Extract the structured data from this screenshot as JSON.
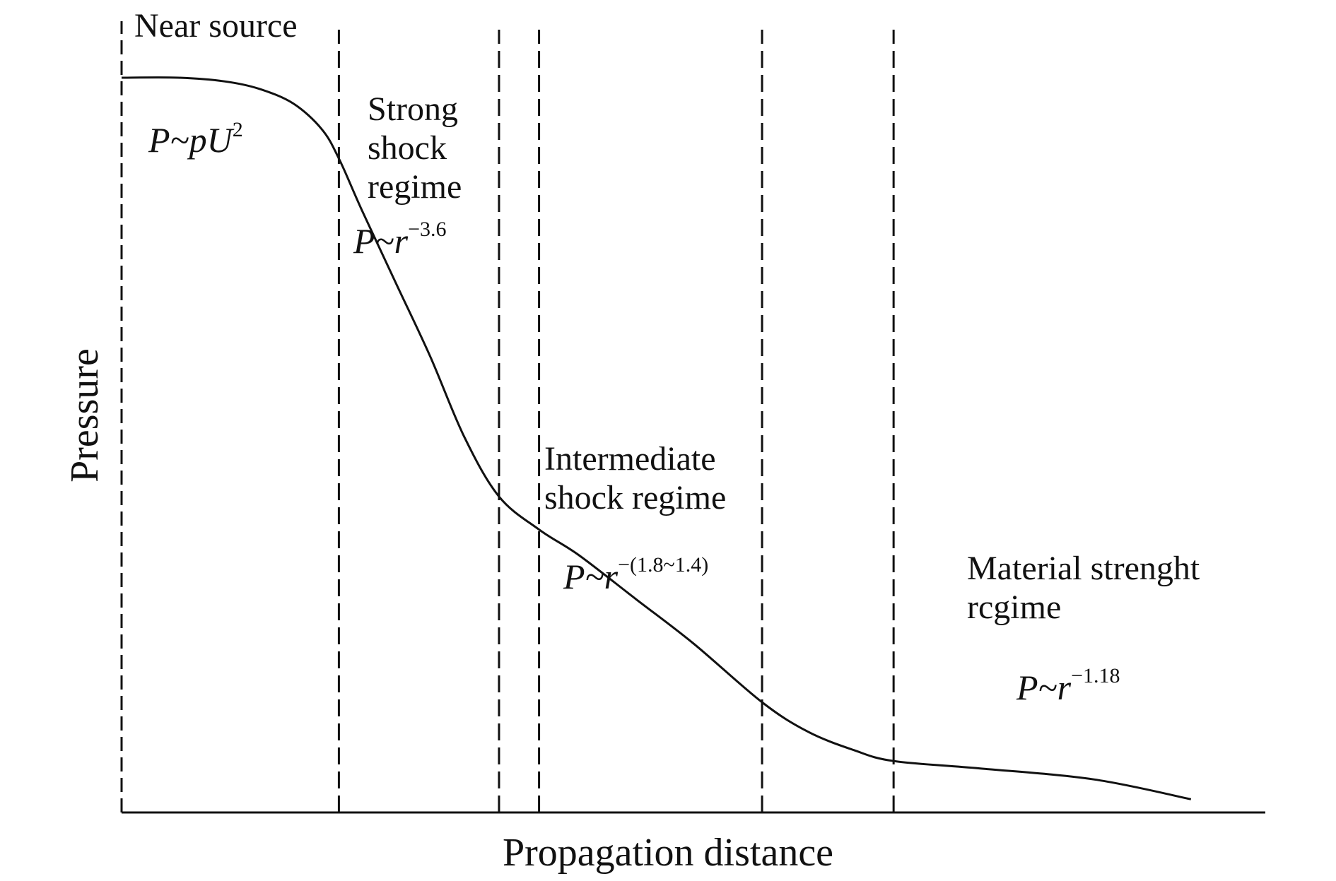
{
  "chart_data": {
    "type": "line",
    "title": "",
    "xlabel": "Propagation distance",
    "ylabel": "Pressure",
    "x_ticks": [],
    "y_ticks": [],
    "grid": false,
    "boundaries": [
      0.19,
      0.33,
      0.365,
      0.56,
      0.675
    ],
    "series": [
      {
        "x": [
          0,
          0.05,
          0.09,
          0.12,
          0.15,
          0.175,
          0.19,
          0.21,
          0.24,
          0.27,
          0.3,
          0.33,
          0.365,
          0.4,
          0.45,
          0.5,
          0.56,
          0.6,
          0.64,
          0.675,
          0.75,
          0.85,
          0.935
        ],
        "y": [
          1.0,
          1.0,
          0.995,
          0.985,
          0.965,
          0.93,
          0.89,
          0.82,
          0.72,
          0.62,
          0.51,
          0.43,
          0.385,
          0.35,
          0.29,
          0.23,
          0.15,
          0.11,
          0.085,
          0.07,
          0.06,
          0.045,
          0.018
        ]
      }
    ],
    "regions": [
      {
        "label_lines": [
          "Near source"
        ]
      },
      {
        "label_lines": [
          "Strong",
          "shock",
          "regime"
        ]
      },
      {
        "label_lines": [
          "Intermediate",
          "shock regime"
        ]
      },
      {
        "label_lines": [
          "Material strenght",
          "rcgime"
        ]
      }
    ],
    "formulas": [
      {
        "base": "P~pU",
        "sup": "2"
      },
      {
        "base": "P~r",
        "sup": "−3.6"
      },
      {
        "base": "P~r",
        "sup": "−(1.8~1.4)"
      },
      {
        "base": "P~r",
        "sup": "−1.18"
      }
    ]
  }
}
